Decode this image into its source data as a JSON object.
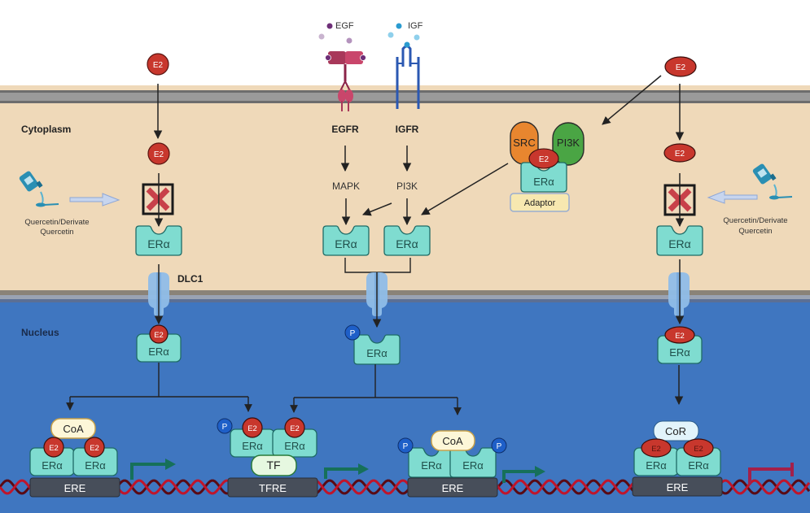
{
  "compartments": {
    "cytoplasm": "Cytoplasm",
    "nucleus": "Nucleus"
  },
  "ligands": {
    "egf": "EGF",
    "igf": "IGF",
    "e2": "E2"
  },
  "receptors": {
    "egfr": "EGFR",
    "igfr": "IGFR",
    "dlc1": "DLC1"
  },
  "kinases": {
    "mapk": "MAPK",
    "pi3k": "PI3K",
    "src": "SRC",
    "pi3k_complex": "PI3K",
    "adaptor": "Adaptor"
  },
  "proteins": {
    "era": "ERα",
    "phospho": "P",
    "coa": "CoA",
    "cor": "CoR",
    "tf": "TF"
  },
  "dna_elements": {
    "ere": "ERE",
    "tfre": "TFRE"
  },
  "inhibitor": {
    "line1": "Quercetin/Derivate",
    "line2": "Quercetin"
  },
  "colors": {
    "cytoplasm": "#efd9b9",
    "nucleus": "#3f76c0",
    "membrane": "#8e8e8e",
    "e2": "#c8372d",
    "era": "#7fdcd0",
    "src": "#e8862f",
    "pi3k": "#4aa544",
    "adaptor": "#f7e8b0",
    "activate_arrow": "#16705a",
    "repress_arrow": "#a3204a",
    "dna_strand_a": "#c0152b",
    "dna_strand_b": "#5a0a14",
    "inhibit_x": "#c8414a"
  }
}
